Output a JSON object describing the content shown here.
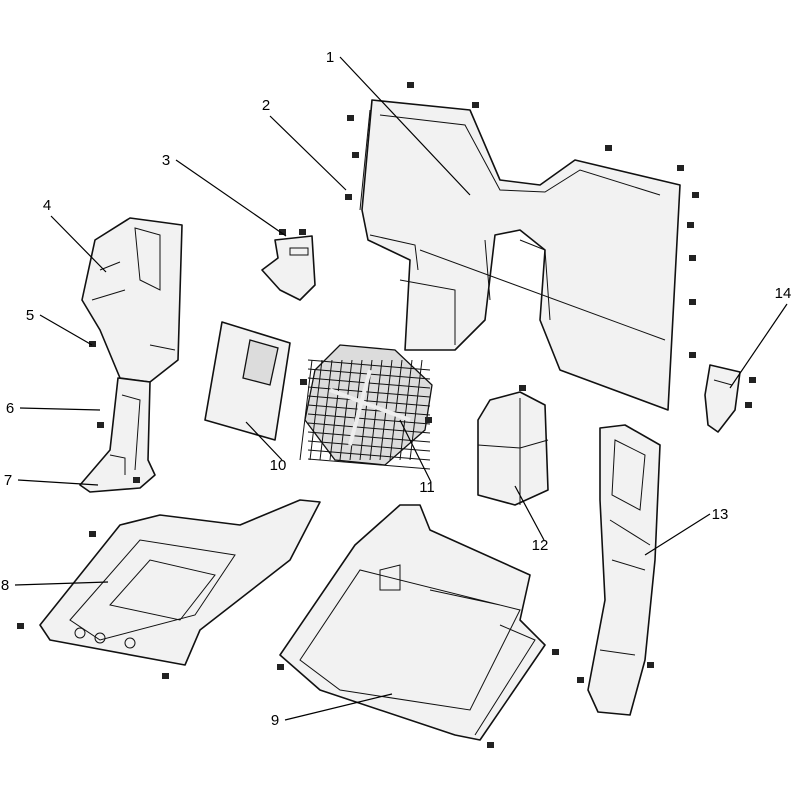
{
  "diagram": {
    "callouts": [
      {
        "number": "1",
        "part": "rear-panel"
      },
      {
        "number": "2",
        "part": "clip"
      },
      {
        "number": "3",
        "part": "small-bracket"
      },
      {
        "number": "4",
        "part": "left-side-trim"
      },
      {
        "number": "5",
        "part": "clip"
      },
      {
        "number": "6",
        "part": "screw"
      },
      {
        "number": "7",
        "part": "left-lower-trim"
      },
      {
        "number": "8",
        "part": "left-floor-panel"
      },
      {
        "number": "9",
        "part": "right-floor-panel"
      },
      {
        "number": "10",
        "part": "access-cover"
      },
      {
        "number": "11",
        "part": "speaker-grille"
      },
      {
        "number": "12",
        "part": "cover-box"
      },
      {
        "number": "13",
        "part": "right-side-trim"
      },
      {
        "number": "14",
        "part": "right-bracket"
      }
    ]
  }
}
